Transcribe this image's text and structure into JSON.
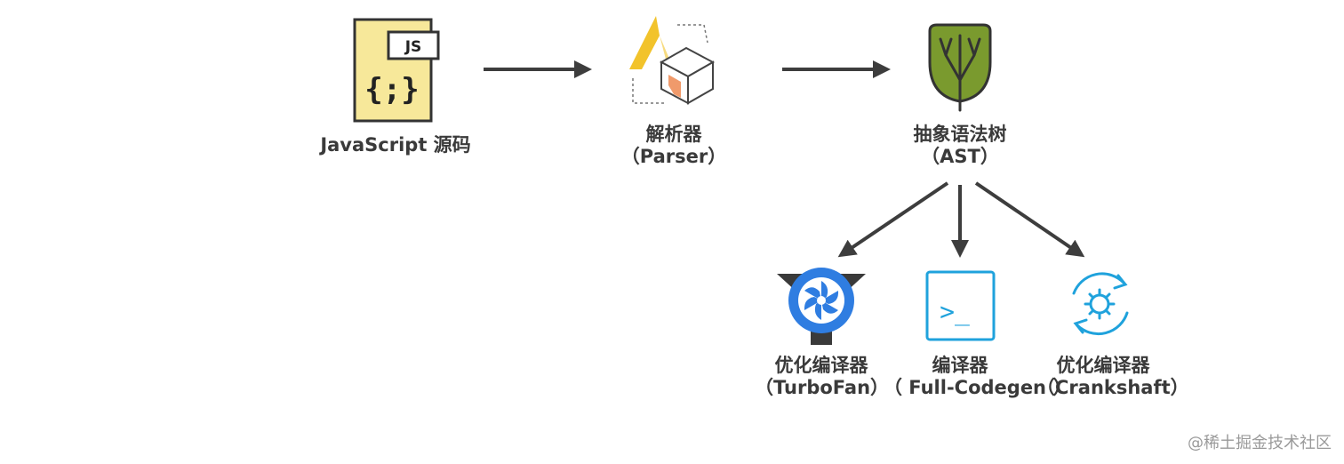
{
  "nodes": {
    "source": {
      "line1": "JavaScript 源码",
      "icon_text": "JS",
      "icon_braces": "{;}"
    },
    "parser": {
      "line1": "解析器",
      "line2": "（Parser）"
    },
    "ast": {
      "line1": "抽象语法树",
      "line2": "（AST）"
    },
    "turbofan": {
      "line1": "优化编译器",
      "line2": "（TurboFan）"
    },
    "fullcodegen": {
      "line1": "编译器",
      "line2": "（ Full-Codegen ）",
      "icon_text": ">_"
    },
    "crankshaft": {
      "line1": "优化编译器",
      "line2": "（Crankshaft）"
    }
  },
  "watermark": "@稀土掘金技术社区",
  "colors": {
    "arrow": "#3d3d3d",
    "js_file": "#f7e89a",
    "tree": "#7a9a2e",
    "turbofan_blue": "#2f7de1",
    "cyan": "#1fa2dc"
  }
}
